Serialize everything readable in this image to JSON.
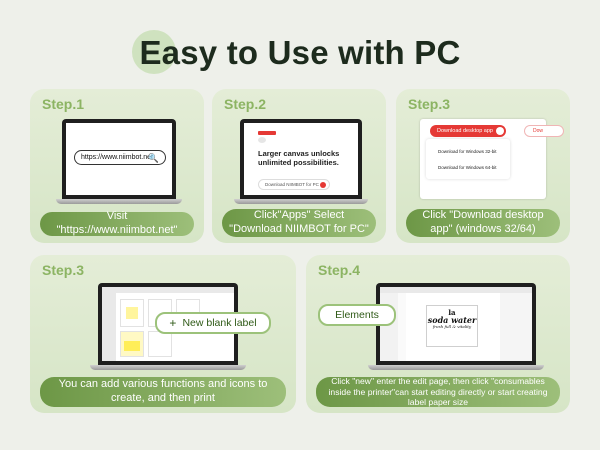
{
  "header": {
    "title": "Easy to Use with PC"
  },
  "steps": [
    {
      "label": "Step.1",
      "caption": "Visit \"https://www.niimbot.net\"",
      "url_text": "https://www.niimbot.net"
    },
    {
      "label": "Step.2",
      "caption": "Click\"Apps\" Select \"Download NIIMBOT for PC\"",
      "screen_heading": "Larger canvas unlocks unlimited possibilities.",
      "screen_button": "Download NIIMBOT for PC"
    },
    {
      "label": "Step.3",
      "caption": "Click \"Download desktop app\" (windows 32/64)",
      "download_button": "Download desktop app",
      "option_32": "Download for Windows 32-bit",
      "option_64": "Download for Windows 64-bit",
      "ghost_button": "Dow"
    },
    {
      "label": "Step.3",
      "caption": "You can add various functions and icons to create, and then print",
      "pill": "New blank label",
      "plus": "+"
    },
    {
      "label": "Step.4",
      "caption": "Click \"new\" enter the edit page, then click \"consumables inside the printer\"can start editing directly or start creating label paper size",
      "pill": "Elements",
      "label_line1": "la",
      "label_line2": "soda water",
      "label_line3": "fresh full & vitality"
    }
  ]
}
